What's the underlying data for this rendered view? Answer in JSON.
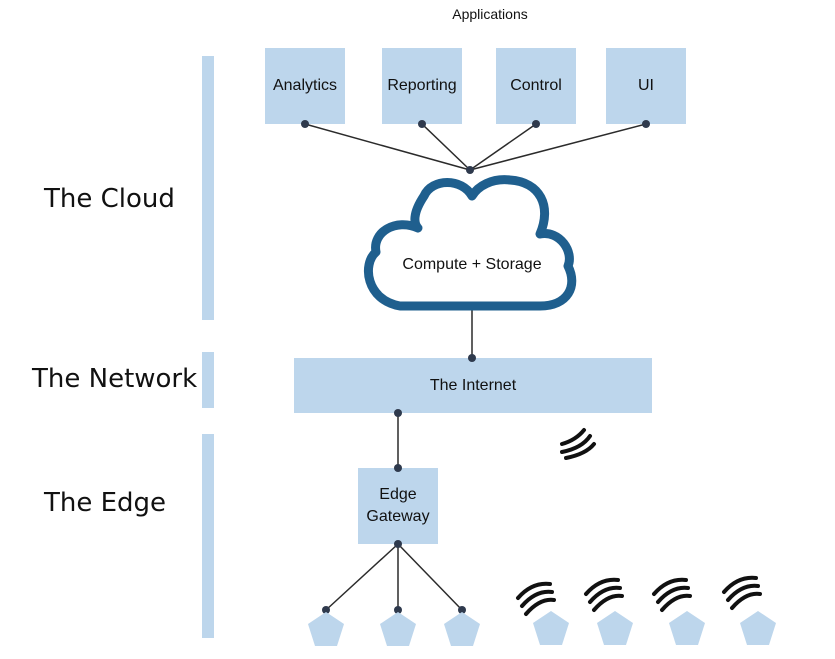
{
  "title": "Applications",
  "tiers": {
    "cloud": "The Cloud",
    "network": "The Network",
    "edge": "The Edge"
  },
  "applications": [
    "Analytics",
    "Reporting",
    "Control",
    "UI"
  ],
  "cloud_label": "Compute + Storage",
  "internet_label": "The Internet",
  "gateway_label": "Edge\nGateway",
  "colors": {
    "box_fill": "#bdd6ec",
    "cloud_stroke": "#1f5f8e",
    "line": "#2b2b2b",
    "node": "#2f3a4d"
  },
  "devices": {
    "wired": 3,
    "wireless": 4
  }
}
